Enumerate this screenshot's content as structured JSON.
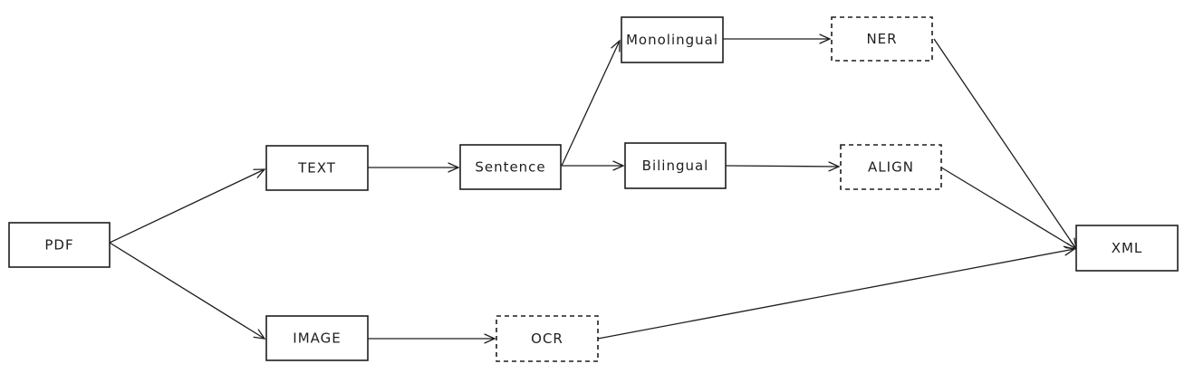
{
  "nodes": [
    {
      "id": "pdf",
      "label": "PDF",
      "style": "solid"
    },
    {
      "id": "text",
      "label": "TEXT",
      "style": "solid"
    },
    {
      "id": "image",
      "label": "IMAGE",
      "style": "solid"
    },
    {
      "id": "sentence",
      "label": "Sentence",
      "style": "solid"
    },
    {
      "id": "monolingual",
      "label": "Monolingual",
      "style": "solid"
    },
    {
      "id": "bilingual",
      "label": "Bilingual",
      "style": "solid"
    },
    {
      "id": "ner",
      "label": "NER",
      "style": "dashed"
    },
    {
      "id": "align",
      "label": "ALIGN",
      "style": "dashed"
    },
    {
      "id": "ocr",
      "label": "OCR",
      "style": "dashed"
    },
    {
      "id": "xml",
      "label": "XML",
      "style": "solid"
    }
  ],
  "edges": [
    {
      "from": "pdf",
      "to": "text"
    },
    {
      "from": "pdf",
      "to": "image"
    },
    {
      "from": "text",
      "to": "sentence"
    },
    {
      "from": "sentence",
      "to": "monolingual"
    },
    {
      "from": "sentence",
      "to": "bilingual"
    },
    {
      "from": "monolingual",
      "to": "ner"
    },
    {
      "from": "bilingual",
      "to": "align"
    },
    {
      "from": "image",
      "to": "ocr"
    },
    {
      "from": "ner",
      "to": "xml"
    },
    {
      "from": "align",
      "to": "xml"
    },
    {
      "from": "ocr",
      "to": "xml"
    }
  ],
  "colors": {
    "stroke": "#1e1e1e",
    "background": "#ffffff"
  }
}
